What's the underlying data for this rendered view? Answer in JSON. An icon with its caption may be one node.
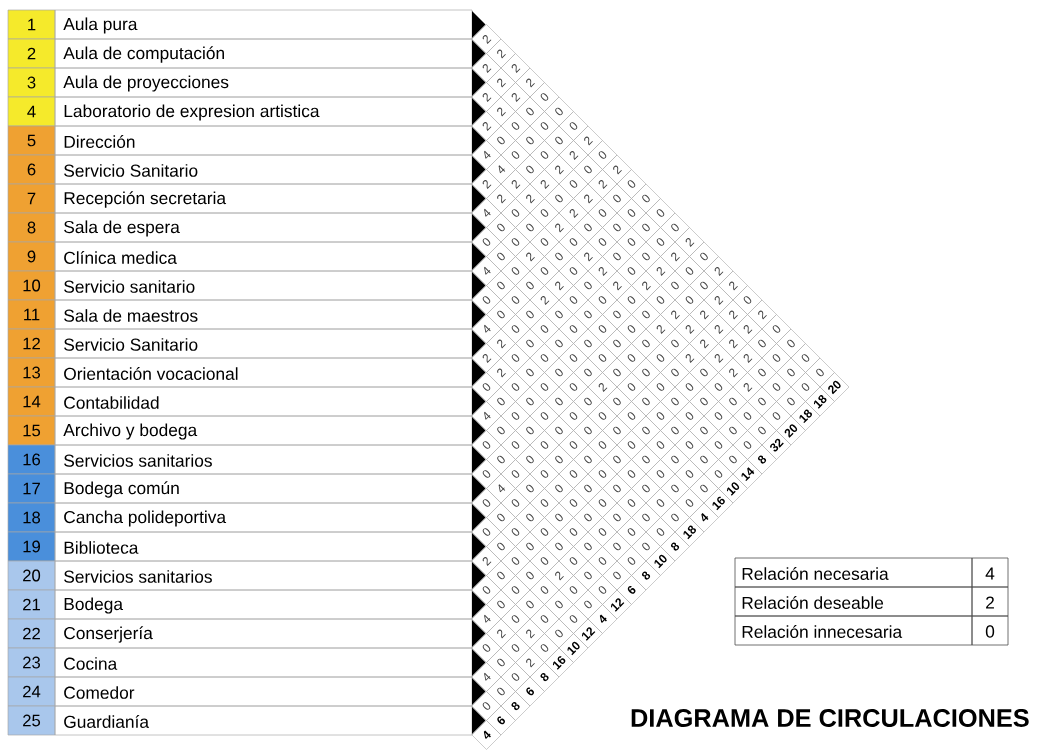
{
  "diagram": {
    "title": "DIAGRAMA DE CIRCULACIONES",
    "labels": [
      "1",
      "Aula pura",
      "2",
      "Aula de computación",
      "3",
      "Aula de proyecciones",
      "4",
      "Laboratorio de expresion artistica",
      "5",
      "Dirección",
      "6",
      "Servicio Sanitario",
      "7",
      "Recepción secretaria",
      "8",
      "Sala de espera",
      "9",
      "Clínica medica",
      "10",
      "Servicio sanitario",
      "11",
      "Sala de maestros",
      "12",
      "Servicio Sanitario",
      "13",
      "Orientación vocacional",
      "14",
      "Contabilidad",
      "15",
      "Archivo y bodega",
      "16",
      "Servicios sanitarios",
      "17",
      "Bodega común",
      "18",
      "Cancha polideportiva",
      "19",
      "Biblioteca",
      "20",
      "Servicios sanitarios",
      "21",
      "Bodega",
      "22",
      "Conserjería",
      "23",
      "Cocina",
      "24",
      "Comedor",
      "25",
      "Guardianía",
      "2",
      "2",
      "2",
      "2",
      "2",
      "2",
      "2",
      "2",
      "0",
      "2",
      "0",
      "0",
      "2",
      "0",
      "0",
      "0",
      "0",
      "0",
      "0",
      "2",
      "4",
      "0",
      "0",
      "2",
      "0",
      "4",
      "0",
      "2",
      "0",
      "2",
      "2",
      "2",
      "2",
      "0",
      "2",
      "0",
      "2",
      "2",
      "0",
      "2",
      "0",
      "0",
      "4",
      "0",
      "0",
      "2",
      "0",
      "0",
      "0",
      "0",
      "0",
      "2",
      "0",
      "0",
      "0",
      "0",
      "0",
      "0",
      "0",
      "0",
      "0",
      "0",
      "0",
      "2",
      "0",
      "2",
      "0",
      "2",
      "0",
      "0",
      "2",
      "0",
      "4",
      "0",
      "0",
      "0",
      "2",
      "0",
      "2",
      "0",
      "2",
      "0",
      "0",
      "2",
      "0",
      "2",
      "2",
      "0",
      "0",
      "2",
      "0",
      "0",
      "2",
      "0",
      "0",
      "0",
      "0",
      "0",
      "2",
      "0",
      "0",
      "0",
      "0",
      "0",
      "0",
      "0",
      "2",
      "2",
      "2",
      "2",
      "4",
      "0",
      "0",
      "0",
      "0",
      "0",
      "2",
      "2",
      "2",
      "2",
      "0",
      "2",
      "0",
      "0",
      "0",
      "0",
      "0",
      "0",
      "2",
      "2",
      "0",
      "0",
      "2",
      "0",
      "0",
      "0",
      "0",
      "0",
      "0",
      "2",
      "2",
      "2",
      "0",
      "0",
      "2",
      "0",
      "0",
      "0",
      "0",
      "0",
      "0",
      "0",
      "2",
      "0",
      "0",
      "0",
      "0",
      "0",
      "0",
      "0",
      "2",
      "0",
      "0",
      "0",
      "0",
      "2",
      "0",
      "0",
      "20",
      "0",
      "0",
      "0",
      "0",
      "0",
      "0",
      "0",
      "0",
      "0",
      "0",
      "0",
      "18",
      "4",
      "0",
      "0",
      "0",
      "0",
      "0",
      "0",
      "0",
      "0",
      "0",
      "0",
      "18",
      "0",
      "0",
      "0",
      "0",
      "0",
      "0",
      "0",
      "0",
      "0",
      "0",
      "20",
      "0",
      "0",
      "0",
      "0",
      "0",
      "0",
      "0",
      "0",
      "0",
      "0",
      "32",
      "0",
      "0",
      "0",
      "0",
      "0",
      "0",
      "0",
      "0",
      "0",
      "8",
      "0",
      "0",
      "0",
      "0",
      "0",
      "0",
      "0",
      "0",
      "0",
      "14",
      "4",
      "0",
      "0",
      "0",
      "0",
      "0",
      "0",
      "0",
      "10",
      "0",
      "0",
      "0",
      "0",
      "0",
      "0",
      "0",
      "0",
      "16",
      "0",
      "0",
      "0",
      "0",
      "0",
      "0",
      "0",
      "4",
      "0",
      "0",
      "0",
      "0",
      "0",
      "0",
      "0",
      "18",
      "0",
      "0",
      "0",
      "0",
      "0",
      "0",
      "8",
      "2",
      "0",
      "0",
      "0",
      "0",
      "0",
      "10",
      "0",
      "0",
      "2",
      "0",
      "0",
      "8",
      "0",
      "0",
      "0",
      "0",
      "0",
      "6",
      "0",
      "0",
      "0",
      "0",
      "12",
      "4",
      "0",
      "0",
      "0",
      "4",
      "2",
      "2",
      "0",
      "12",
      "0",
      "0",
      "0",
      "10",
      "0",
      "2",
      "16",
      "4",
      "0",
      "8",
      "0",
      "6",
      "0",
      "8",
      "6",
      "4",
      "Relación necesaria",
      "4",
      "Relación deseable",
      "2",
      "Relación innecesaria",
      "0"
    ]
  }
}
